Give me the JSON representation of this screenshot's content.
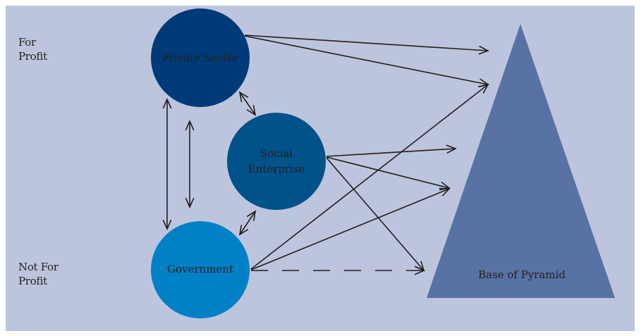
{
  "diagram": {
    "side_labels": {
      "for_profit": [
        "For",
        "Profit"
      ],
      "not_for_profit": [
        "Not For",
        "Profit"
      ]
    },
    "nodes": [
      {
        "id": "private-sector",
        "label_lines": [
          "Private Sector"
        ],
        "color": "#003a78"
      },
      {
        "id": "social-enterprise",
        "label_lines": [
          "Social",
          "Enterprise"
        ],
        "color": "#005289"
      },
      {
        "id": "government",
        "label_lines": [
          "Government"
        ],
        "color": "#0081c6"
      }
    ],
    "pyramid": {
      "label": "Base of Pyramid",
      "color": "#5872a3"
    },
    "colors": {
      "background": "#bcc5dd",
      "arrow": "#231f20"
    },
    "edges": [
      {
        "from": "private-sector",
        "to": "base-of-pyramid",
        "style": "solid",
        "direction": "one-way"
      },
      {
        "from": "private-sector",
        "to": "base-of-pyramid",
        "style": "solid",
        "direction": "one-way"
      },
      {
        "from": "social-enterprise",
        "to": "base-of-pyramid",
        "style": "solid",
        "direction": "one-way"
      },
      {
        "from": "social-enterprise",
        "to": "base-of-pyramid",
        "style": "solid",
        "direction": "one-way"
      },
      {
        "from": "social-enterprise",
        "to": "base-of-pyramid",
        "style": "solid",
        "direction": "one-way"
      },
      {
        "from": "government",
        "to": "base-of-pyramid",
        "style": "solid",
        "direction": "one-way"
      },
      {
        "from": "government",
        "to": "base-of-pyramid",
        "style": "solid",
        "direction": "one-way"
      },
      {
        "from": "government",
        "to": "base-of-pyramid",
        "style": "dashed",
        "direction": "one-way"
      },
      {
        "from": "private-sector",
        "to": "government",
        "style": "solid",
        "direction": "two-way"
      },
      {
        "from": "private-sector",
        "to": "government",
        "style": "solid",
        "direction": "two-way"
      },
      {
        "from": "private-sector",
        "to": "social-enterprise",
        "style": "solid",
        "direction": "two-way"
      },
      {
        "from": "social-enterprise",
        "to": "government",
        "style": "solid",
        "direction": "two-way"
      }
    ]
  }
}
